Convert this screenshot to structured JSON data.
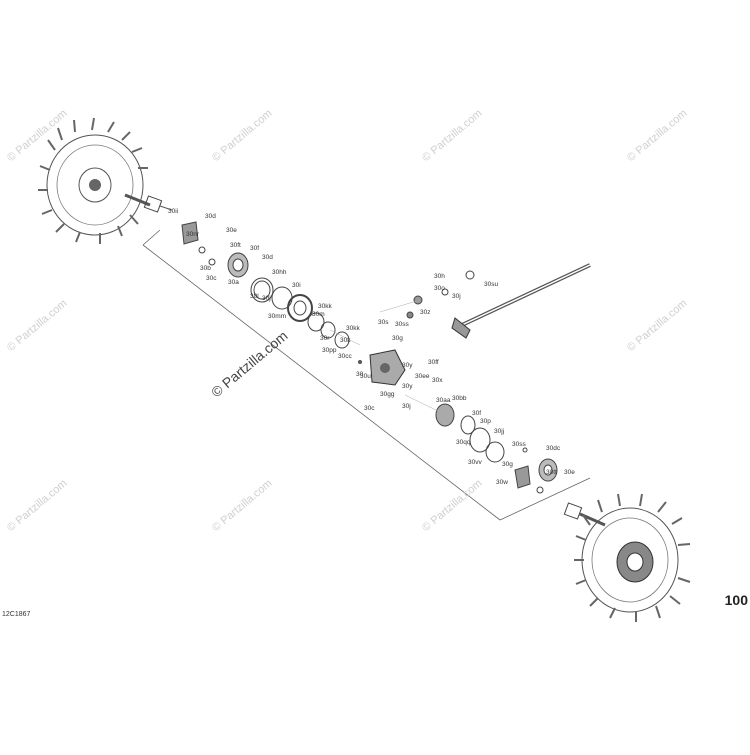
{
  "watermark": "© Partzilla.com",
  "watermark_center": "© Partzilla.com",
  "page_number": "100",
  "drawing_code": "12C1867",
  "callouts": [
    "30d",
    "30e",
    "30ii",
    "30nr",
    "30ft",
    "30f",
    "30d",
    "30b",
    "30c",
    "30hh",
    "30a",
    "30l",
    "30j",
    "30i",
    "30kk",
    "30mm",
    "30m",
    "30kk",
    "30r",
    "30pp",
    "30k",
    "30cc",
    "30",
    "30h",
    "30su",
    "30o",
    "30j",
    "30s",
    "30z",
    "30ss",
    "30g",
    "30ff",
    "30y",
    "30ee",
    "30u",
    "30y",
    "30x",
    "30gg",
    "30aa",
    "30bb",
    "30c",
    "30j",
    "30f",
    "30p",
    "30qq",
    "30jj",
    "30ss",
    "30dc",
    "30vv",
    "30g",
    "30tt",
    "30e",
    "30w"
  ]
}
